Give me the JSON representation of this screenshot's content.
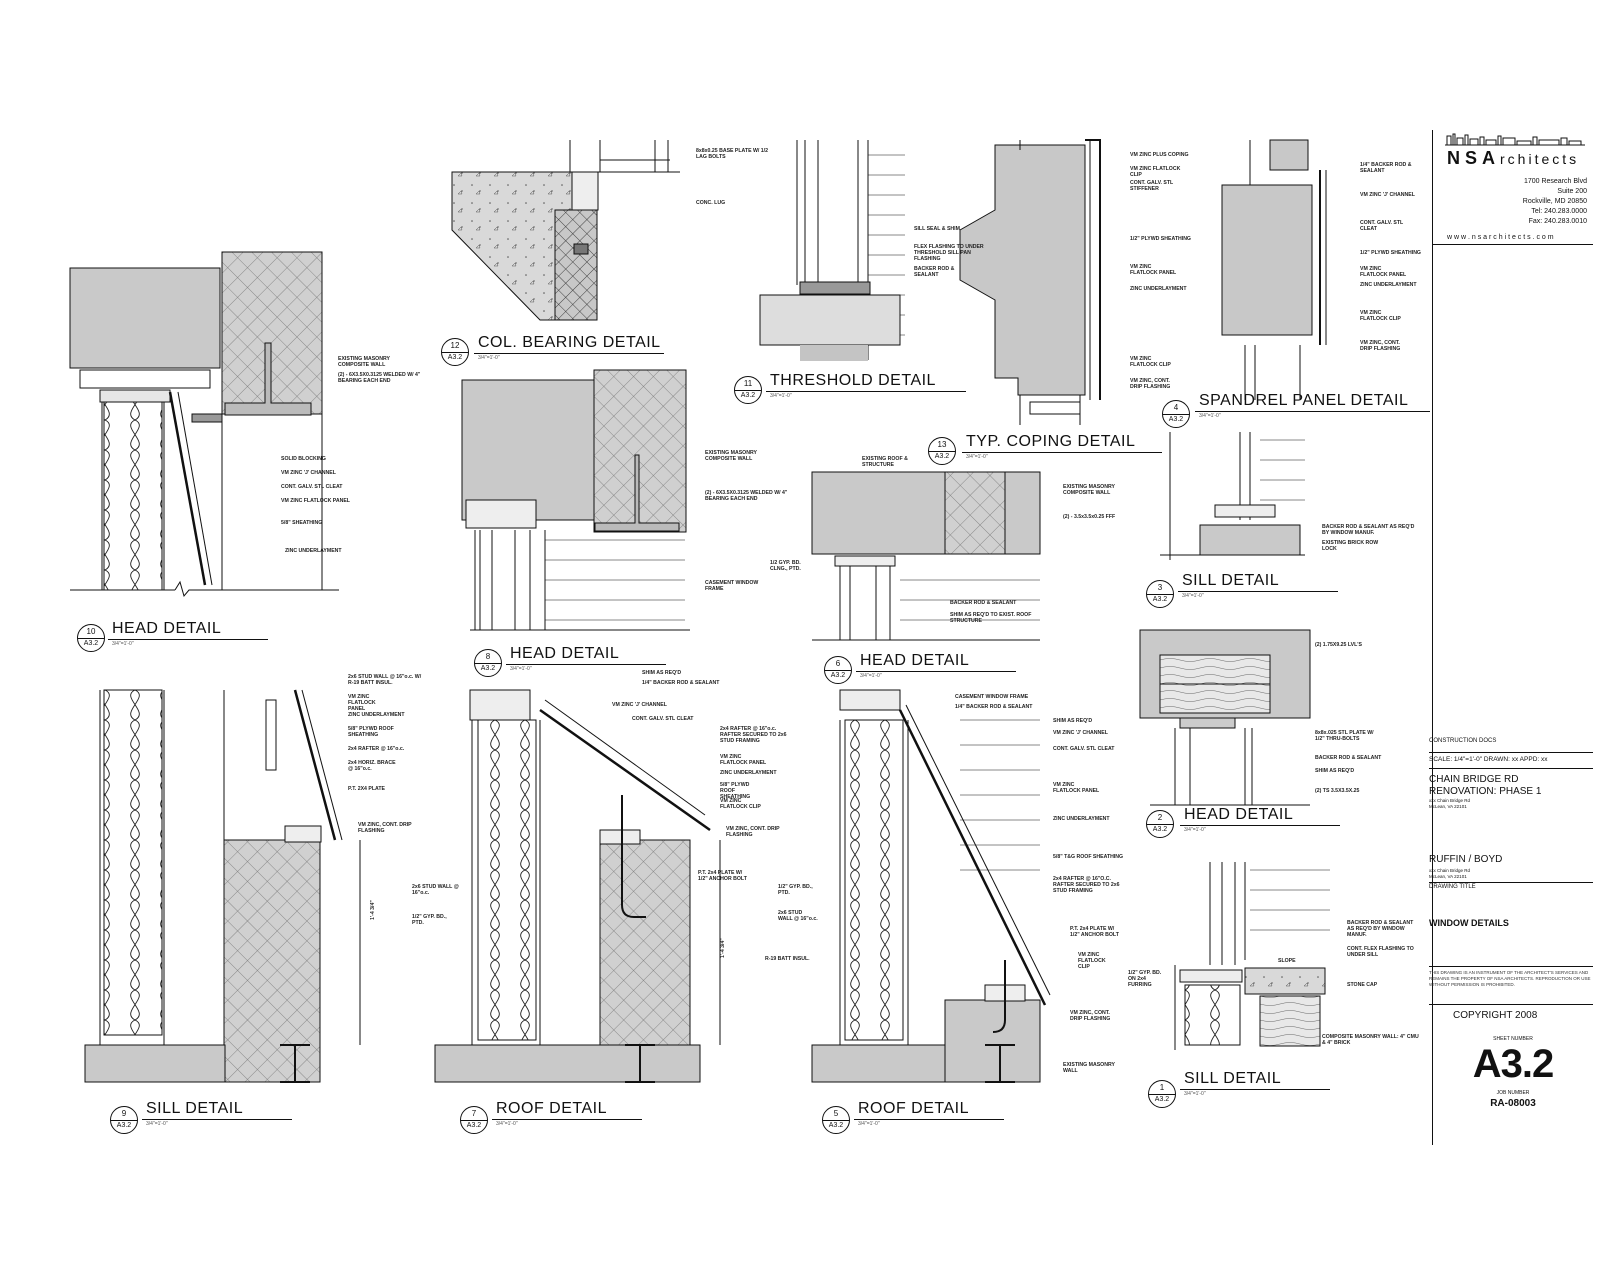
{
  "details": [
    {
      "num": "10",
      "sheet": "A3.2",
      "title": "HEAD DETAIL",
      "scale": "3/4\"=1'-0\""
    },
    {
      "num": "12",
      "sheet": "A3.2",
      "title": "COL. BEARING DETAIL",
      "scale": "3/4\"=1'-0\""
    },
    {
      "num": "11",
      "sheet": "A3.2",
      "title": "THRESHOLD DETAIL",
      "scale": "3/4\"=1'-0\""
    },
    {
      "num": "13",
      "sheet": "A3.2",
      "title": "TYP. COPING DETAIL",
      "scale": "3/4\"=1'-0\""
    },
    {
      "num": "4",
      "sheet": "A3.2",
      "title": "SPANDREL PANEL DETAIL",
      "scale": "3/4\"=1'-0\""
    },
    {
      "num": "8",
      "sheet": "A3.2",
      "title": "HEAD DETAIL",
      "scale": "3/4\"=1'-0\""
    },
    {
      "num": "6",
      "sheet": "A3.2",
      "title": "HEAD DETAIL",
      "scale": "3/4\"=1'-0\""
    },
    {
      "num": "3",
      "sheet": "A3.2",
      "title": "SILL DETAIL",
      "scale": "3/4\"=1'-0\""
    },
    {
      "num": "2",
      "sheet": "A3.2",
      "title": "HEAD DETAIL",
      "scale": "3/4\"=1'-0\""
    },
    {
      "num": "9",
      "sheet": "A3.2",
      "title": "SILL DETAIL",
      "scale": "3/4\"=1'-0\""
    },
    {
      "num": "7",
      "sheet": "A3.2",
      "title": "ROOF DETAIL",
      "scale": "3/4\"=1'-0\""
    },
    {
      "num": "5",
      "sheet": "A3.2",
      "title": "ROOF DETAIL",
      "scale": "3/4\"=1'-0\""
    },
    {
      "num": "1",
      "sheet": "A3.2",
      "title": "SILL DETAIL",
      "scale": "3/4\"=1'-0\""
    }
  ],
  "notes": {
    "d10": [
      "EXISTING MASONRY COMPOSITE WALL",
      "(2) - 6X3.5X0.3125 WELDED W/ 4\" BEARING EACH END",
      "SOLID BLOCKING",
      "VM ZINC 'J' CHANNEL",
      "CONT. GALV. STL CLEAT",
      "VM ZINC FLATLOCK PANEL",
      "5/8\" SHEATHING",
      "ZINC UNDERLAYMENT"
    ],
    "d12": [
      "8x8x0.25 BASE PLATE W/ 1/2 LAG BOLTS",
      "CONC. LUG"
    ],
    "d11": [
      "SILL SEAL & SHIM",
      "FLEX FLASHING TO UNDER THRESHOLD SILL PAN FLASHING",
      "BACKER ROD & SEALANT"
    ],
    "d13": [
      "VM ZINC PLUS COPING",
      "VM ZINC FLATLOCK CLIP",
      "CONT. GALV. STL STIFFENER",
      "1/2\" PLYWD SHEATHING",
      "VM ZINC FLATLOCK PANEL",
      "ZINC UNDERLAYMENT",
      "VM ZINC FLATLOCK CLIP",
      "VM ZINC, CONT. DRIP FLASHING"
    ],
    "d4": [
      "1/4\" BACKER ROD & SEALANT",
      "VM ZINC 'J' CHANNEL",
      "CONT. GALV. STL CLEAT",
      "1/2\" PLYWD SHEATHING",
      "VM ZINC FLATLOCK PANEL",
      "ZINC UNDERLAYMENT",
      "VM ZINC FLATLOCK CLIP",
      "VM ZINC, CONT. DRIP FLASHING"
    ],
    "d8": [
      "EXISTING MASONRY COMPOSITE WALL",
      "(2) - 6X3.5X0.3125 WELDED W/ 4\" BEARING EACH END",
      "CASEMENT WINDOW FRAME"
    ],
    "d6": [
      "EXISTING ROOF & STRUCTURE",
      "EXISTING MASONRY COMPOSITE WALL",
      "(2) - 3.5x3.5x0.25 FFF",
      "1/2 GYP. BD. CLNG., PTD.",
      "BACKER ROD & SEALANT",
      "SHIM AS REQ'D TO EXIST. ROOF STRUCTURE"
    ],
    "d3": [
      "BACKER ROD & SEALANT AS REQ'D BY WINDOW MANUF.",
      "EXISTING BRICK ROW LOCK"
    ],
    "d2": [
      "(2) 1.75X9.25 LVL'S",
      "8x8x.025 STL PLATE W/ 1/2\" THRU-BOLTS",
      "BACKER ROD & SEALANT",
      "SHIM AS REQ'D",
      "(2) TS 3.5X3.5X.25"
    ],
    "d9": [
      "2x6 STUD WALL @ 16\"o.c. W/ R-19 BATT INSUL.",
      "VM ZINC FLATLOCK PANEL",
      "ZINC UNDERLAYMENT",
      "5/8\" PLYWD ROOF SHEATHING",
      "2x4 RAFTER @ 16\"o.c.",
      "2x4 HORIZ. BRACE @ 16\"o.c.",
      "P.T. 2X4 PLATE",
      "VM ZINC, CONT. DRIP FLASHING"
    ],
    "d7": [
      "SHIM AS REQ'D",
      "1/4\" BACKER ROD & SEALANT",
      "VM ZINC 'J' CHANNEL",
      "CONT. GALV. STL CLEAT",
      "2x4 RAFTER @ 16\"o.c. RAFTER SECURED TO 2x6 STUD FRAMING",
      "VM ZINC FLATLOCK PANEL",
      "ZINC UNDERLAYMENT",
      "5/8\" PLYWD ROOF SHEATHING",
      "VM ZINC FLATLOCK CLIP",
      "VM ZINC, CONT. DRIP FLASHING",
      "P.T. 2x4 PLATE W/ 1/2\" ANCHOR BOLT",
      "2x6 STUD WALL @ 16\"o.c.",
      "1/2\" GYP. BD., PTD."
    ],
    "d5": [
      "CASEMENT WINDOW FRAME",
      "1/4\" BACKER ROD & SEALANT",
      "SHIM AS REQ'D",
      "VM ZINC 'J' CHANNEL",
      "CONT. GALV. STL CLEAT",
      "VM ZINC FLATLOCK PANEL",
      "ZINC UNDERLAYMENT",
      "5/8\" T&G ROOF SHEATHING",
      "2x4 RAFTER @ 16\"O.C. RAFTER SECURED TO 2x6 STUD FRAMING",
      "P.T. 2x4 PLATE W/ 1/2\" ANCHOR BOLT",
      "VM ZINC FLATLOCK CLIP",
      "VM ZINC, CONT. DRIP FLASHING",
      "EXISTING MASONRY WALL",
      "1/2\" GYP. BD., PTD.",
      "2x6 STUD WALL @ 16\"o.c.",
      "R-19 BATT INSUL."
    ],
    "d1": [
      "BACKER ROD & SEALANT AS REQ'D BY WINDOW MANUF.",
      "CONT. FLEX FLASHING TO UNDER SILL",
      "SLOPE",
      "1/2\" GYP. BD. ON 2x4 FURRING",
      "STONE CAP",
      "COMPOSITE MASONRY WALL: 4\" CMU & 4\" BRICK"
    ]
  },
  "dimensions": {
    "d9": "1'-4 3/4\"",
    "d7": "1'-4 3/4\""
  },
  "title_block": {
    "firm_prefix": "NSA",
    "firm_suffix": "rchitects",
    "address1": "1700 Research Blvd",
    "address2": "Suite 200",
    "address3": "Rockville, MD 20850",
    "tel": "Tel: 240.283.0000",
    "fax": "Fax: 240.283.0010",
    "web": "w w w . n s a r c h i t e c t s . c o m",
    "phase_label": "CONSTRUCTION DOCS",
    "scale_line": "SCALE: 1/4\"=1'-0\"    DRAWN: xx   APPD: xx",
    "project_line1": "CHAIN BRIDGE RD",
    "project_line2": "RENOVATION:  PHASE 1",
    "project_addr1": "xxx Chain Bridge Rd",
    "project_addr2": "McLean, VA 22101",
    "client": "RUFFIN / BOYD",
    "client_addr1": "xxx Chain Bridge Rd",
    "client_addr2": "McLean, VA 22101",
    "drawing_title_label": "DRAWING TITLE",
    "drawing_title": "WINDOW DETAILS",
    "disclaimer": "THIS DRAWING IS AN INSTRUMENT OF THE ARCHITECT'S SERVICES AND REMAINS THE PROPERTY OF NSA ARCHITECTS. REPRODUCTION OR USE WITHOUT PERMISSION IS PROHIBITED.",
    "copyright": "COPYRIGHT 2008",
    "sheet_number_label": "SHEET NUMBER",
    "sheet_number": "A3.2",
    "job_number_label": "JOB NUMBER",
    "job_number": "RA-08003"
  },
  "colors": {
    "ink": "#111111",
    "poche": "#c8c8c8",
    "masonry": "#d4d4d4",
    "accent": "#111111"
  }
}
